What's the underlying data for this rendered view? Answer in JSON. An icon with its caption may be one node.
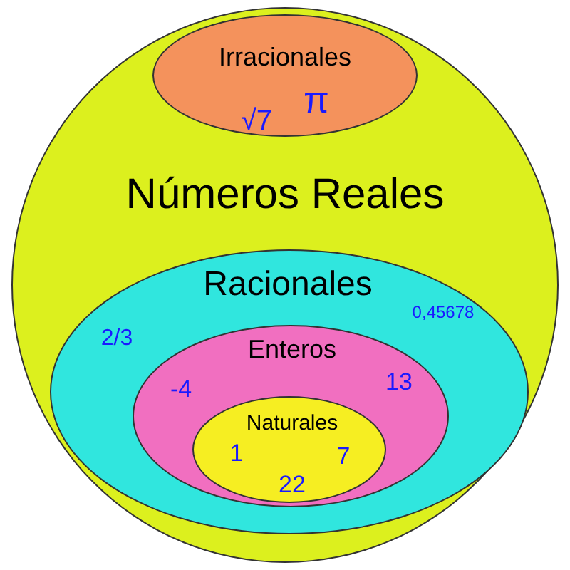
{
  "diagram": {
    "nodes": [
      {
        "text": [
          "Números Reales"
        ]
      },
      {
        "text": [
          "Irracionales",
          "√7",
          "π"
        ],
        "in": 0
      },
      {
        "text": [
          "Racionales",
          "2/3",
          "0,45678"
        ],
        "in": 0
      },
      {
        "text": [
          "Enteros",
          "-4",
          "13"
        ],
        "in": 2
      },
      {
        "text": [
          "Naturales",
          "1",
          "22",
          "7"
        ],
        "in": 3
      }
    ]
  }
}
